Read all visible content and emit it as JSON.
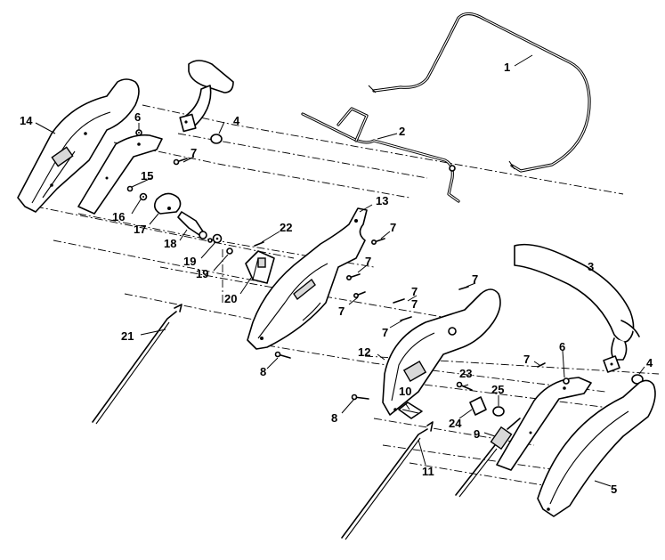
{
  "diagram": {
    "type": "exploded-parts-diagram",
    "callouts": {
      "c1": "1",
      "c2": "2",
      "c3": "3",
      "c4a": "4",
      "c4b": "4",
      "c5": "5",
      "c6a": "6",
      "c6b": "6",
      "c7a": "7",
      "c7b": "7",
      "c7c": "7",
      "c7d": "7",
      "c7e": "7",
      "c7f": "7",
      "c7g": "7",
      "c7h": "7",
      "c7i": "7",
      "c8a": "8",
      "c8b": "8",
      "c9": "9",
      "c10": "10",
      "c11": "11",
      "c12": "12",
      "c13": "13",
      "c14": "14",
      "c15": "15",
      "c16": "16",
      "c17": "17",
      "c18": "18",
      "c19a": "19",
      "c19b": "19",
      "c20": "20",
      "c21": "21",
      "c22": "22",
      "c23": "23",
      "c24": "24",
      "c25": "25"
    }
  }
}
